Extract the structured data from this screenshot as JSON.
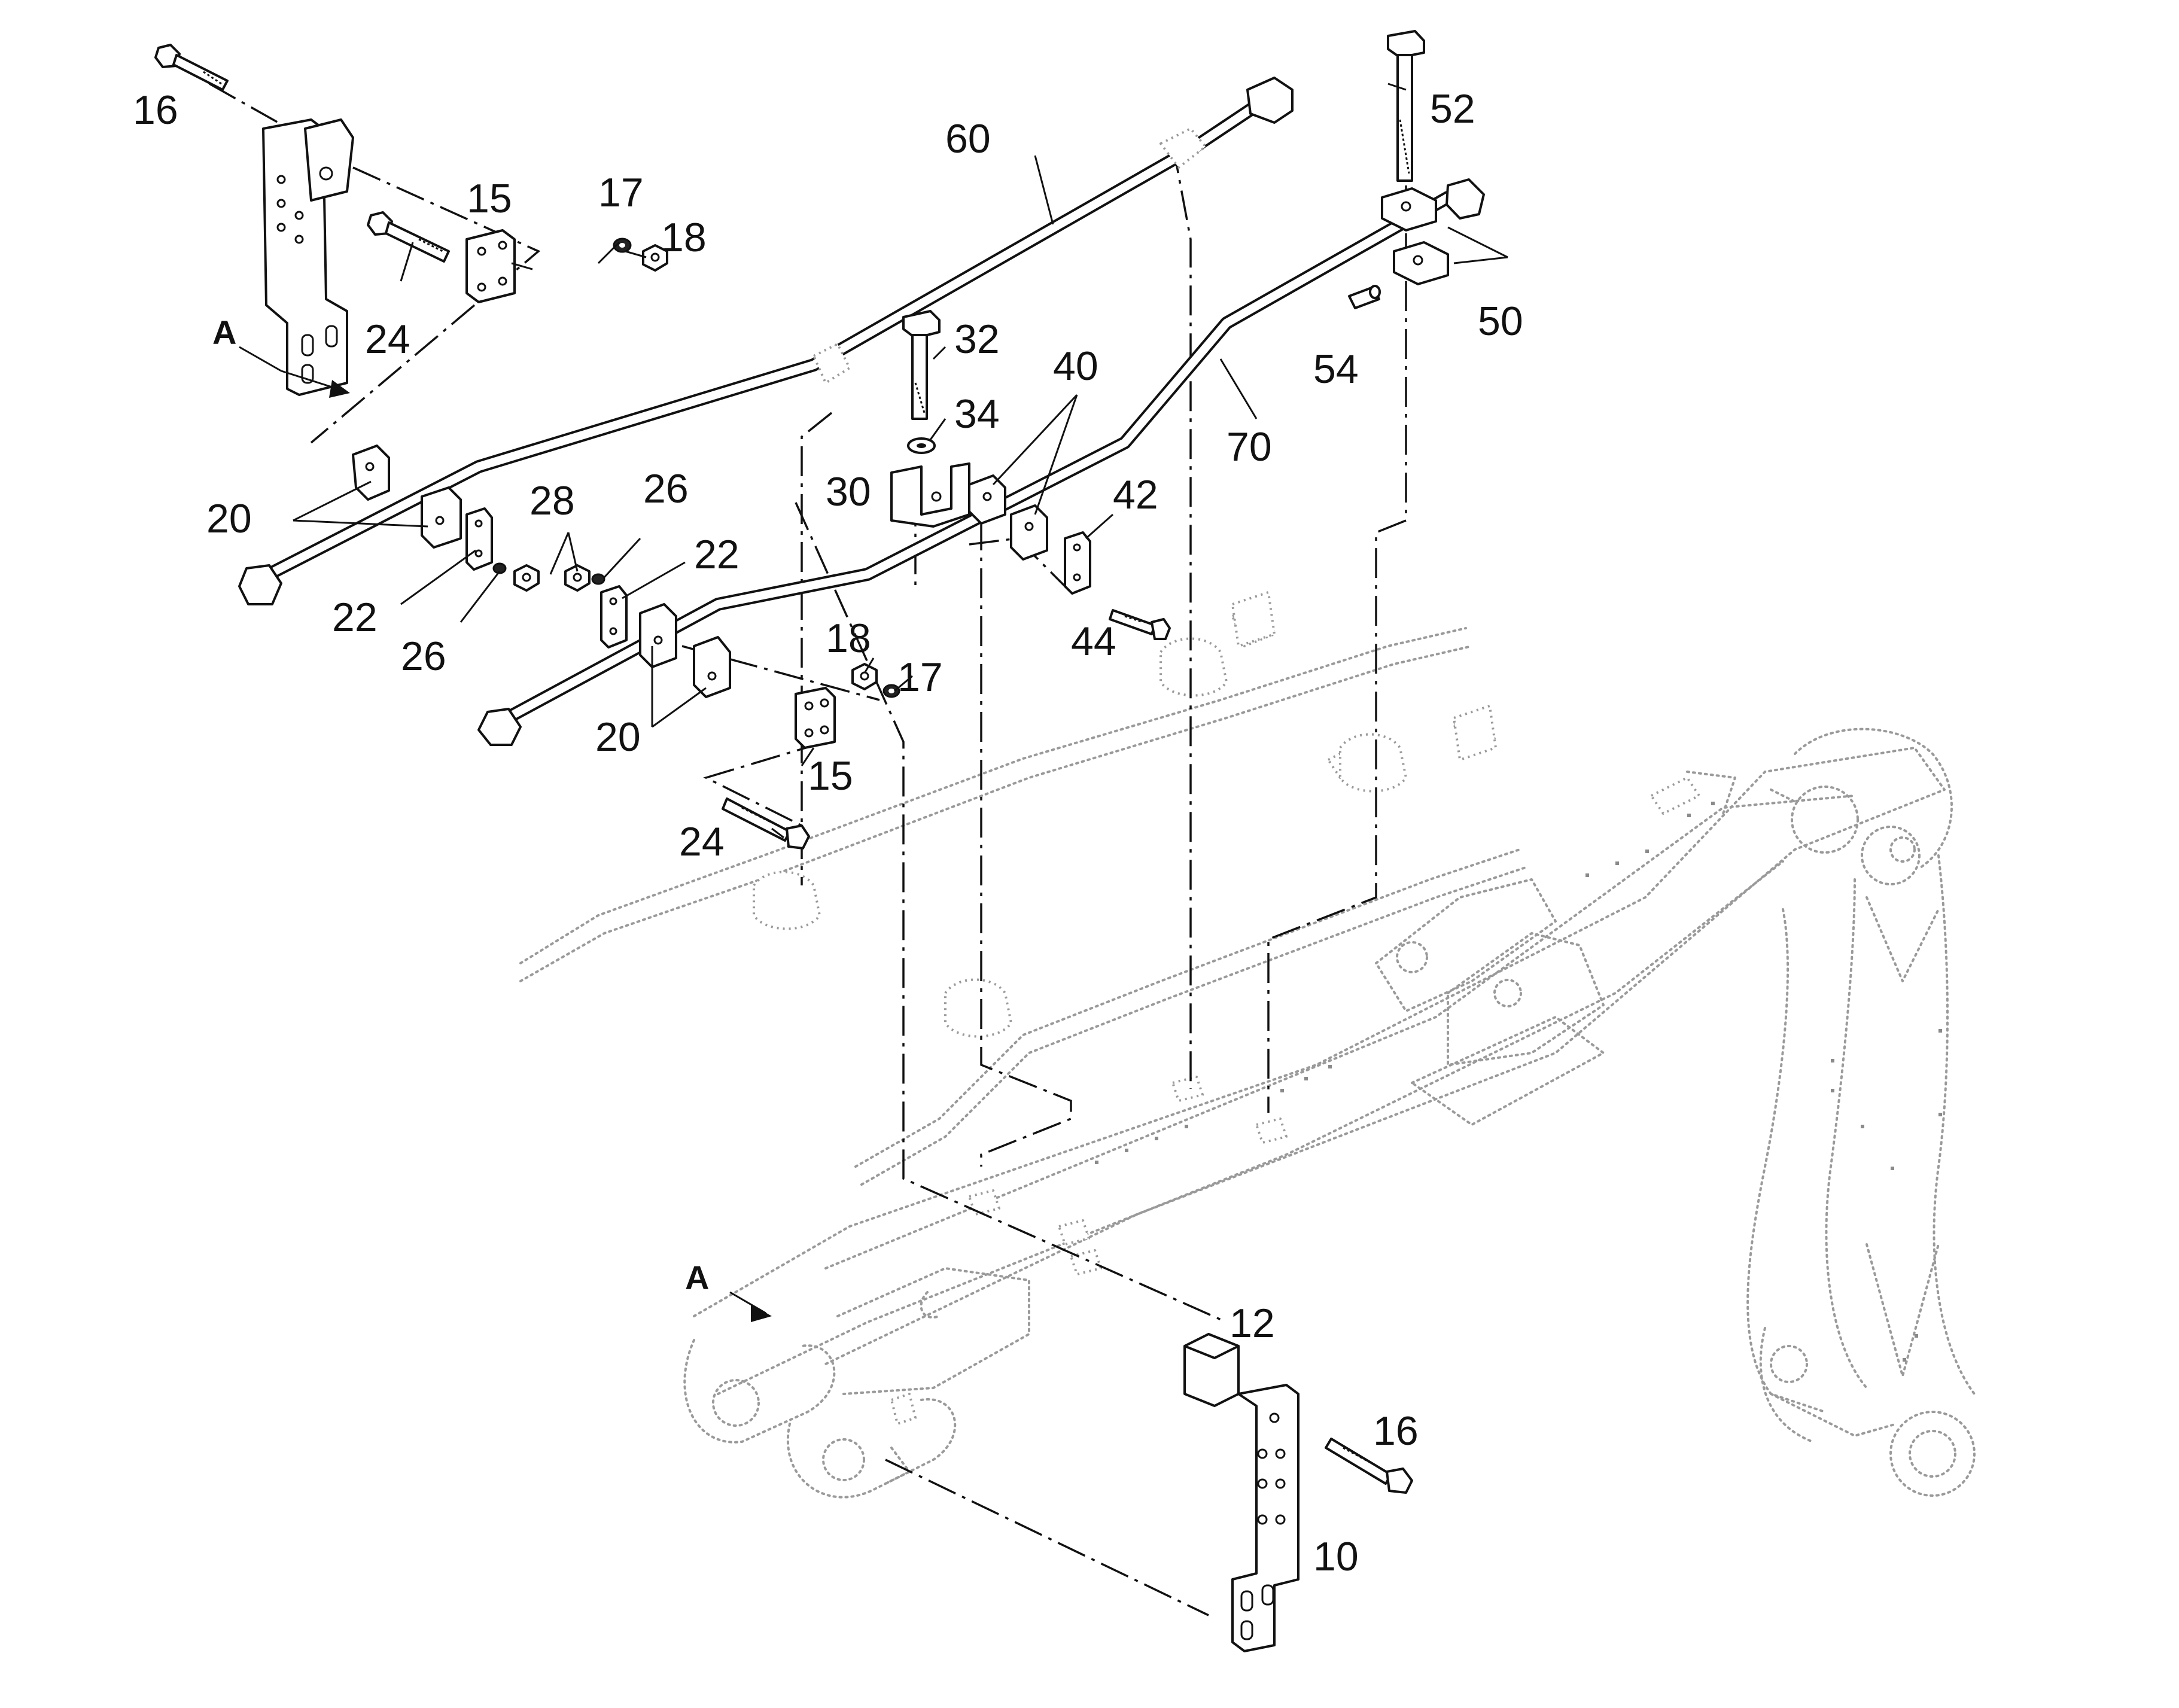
{
  "callouts": [
    {
      "id": "c16a",
      "text": "16"
    },
    {
      "id": "c15a",
      "text": "15"
    },
    {
      "id": "c17a",
      "text": "17"
    },
    {
      "id": "c18a",
      "text": "18"
    },
    {
      "id": "c24a",
      "text": "24"
    },
    {
      "id": "cAa",
      "text": "A"
    },
    {
      "id": "c60",
      "text": "60"
    },
    {
      "id": "c52",
      "text": "52"
    },
    {
      "id": "c50",
      "text": "50"
    },
    {
      "id": "c54",
      "text": "54"
    },
    {
      "id": "c70",
      "text": "70"
    },
    {
      "id": "c32",
      "text": "32"
    },
    {
      "id": "c34",
      "text": "34"
    },
    {
      "id": "c30",
      "text": "30"
    },
    {
      "id": "c40",
      "text": "40"
    },
    {
      "id": "c42",
      "text": "42"
    },
    {
      "id": "c44",
      "text": "44"
    },
    {
      "id": "c20a",
      "text": "20"
    },
    {
      "id": "c28",
      "text": "28"
    },
    {
      "id": "c26a",
      "text": "26"
    },
    {
      "id": "c22a",
      "text": "22"
    },
    {
      "id": "c22b",
      "text": "22"
    },
    {
      "id": "c26b",
      "text": "26"
    },
    {
      "id": "c18b",
      "text": "18"
    },
    {
      "id": "c17b",
      "text": "17"
    },
    {
      "id": "c20b",
      "text": "20"
    },
    {
      "id": "c15b",
      "text": "15"
    },
    {
      "id": "c24b",
      "text": "24"
    },
    {
      "id": "cAb",
      "text": "A"
    },
    {
      "id": "c12",
      "text": "12"
    },
    {
      "id": "c16b",
      "text": "16"
    },
    {
      "id": "c10",
      "text": "10"
    }
  ]
}
